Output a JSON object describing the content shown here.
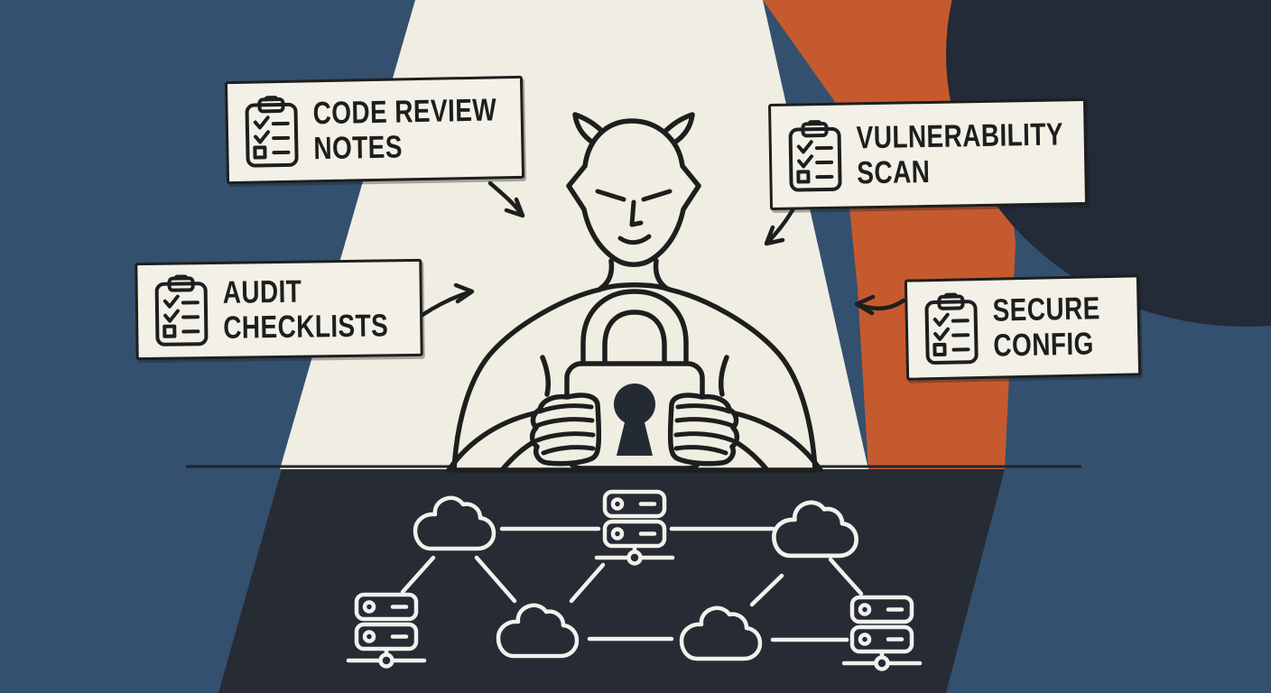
{
  "palette": {
    "navy": "#34506F",
    "cream": "#F0EDE2",
    "orange": "#C65A2F",
    "dark_blob": "#232A38",
    "charcoal": "#262B34",
    "ink": "#1D1F1E",
    "network_line": "#F2F1EC",
    "card_background": "#F3F0E7"
  },
  "cards": [
    {
      "id": "code-review",
      "line1": "CODE REVIEW",
      "line2": "NOTES",
      "icon": "checklist-clipboard"
    },
    {
      "id": "vulnerability",
      "line1": "VULNERABILITY",
      "line2": "SCAN",
      "icon": "checklist-clipboard"
    },
    {
      "id": "audit",
      "line1": "AUDIT",
      "line2": "CHECKLISTS",
      "icon": "checklist-clipboard"
    },
    {
      "id": "secure",
      "line1": "SECURE",
      "line2": "CONFIG",
      "icon": "checklist-clipboard"
    }
  ],
  "figure": {
    "subject": "devil-figure",
    "held_item": "padlock"
  },
  "network": {
    "nodes": [
      {
        "id": "cloud-a",
        "type": "cloud"
      },
      {
        "id": "server-b",
        "type": "server"
      },
      {
        "id": "cloud-c",
        "type": "cloud"
      },
      {
        "id": "server-d",
        "type": "server"
      },
      {
        "id": "cloud-e",
        "type": "cloud"
      },
      {
        "id": "cloud-f",
        "type": "cloud"
      },
      {
        "id": "server-g",
        "type": "server"
      }
    ],
    "links": [
      [
        "cloud-a",
        "server-b"
      ],
      [
        "server-b",
        "cloud-c"
      ],
      [
        "cloud-a",
        "server-d"
      ],
      [
        "cloud-a",
        "cloud-e"
      ],
      [
        "server-b",
        "cloud-e"
      ],
      [
        "cloud-e",
        "cloud-f"
      ],
      [
        "cloud-c",
        "cloud-f"
      ],
      [
        "cloud-c",
        "server-g"
      ],
      [
        "cloud-f",
        "server-g"
      ]
    ]
  }
}
